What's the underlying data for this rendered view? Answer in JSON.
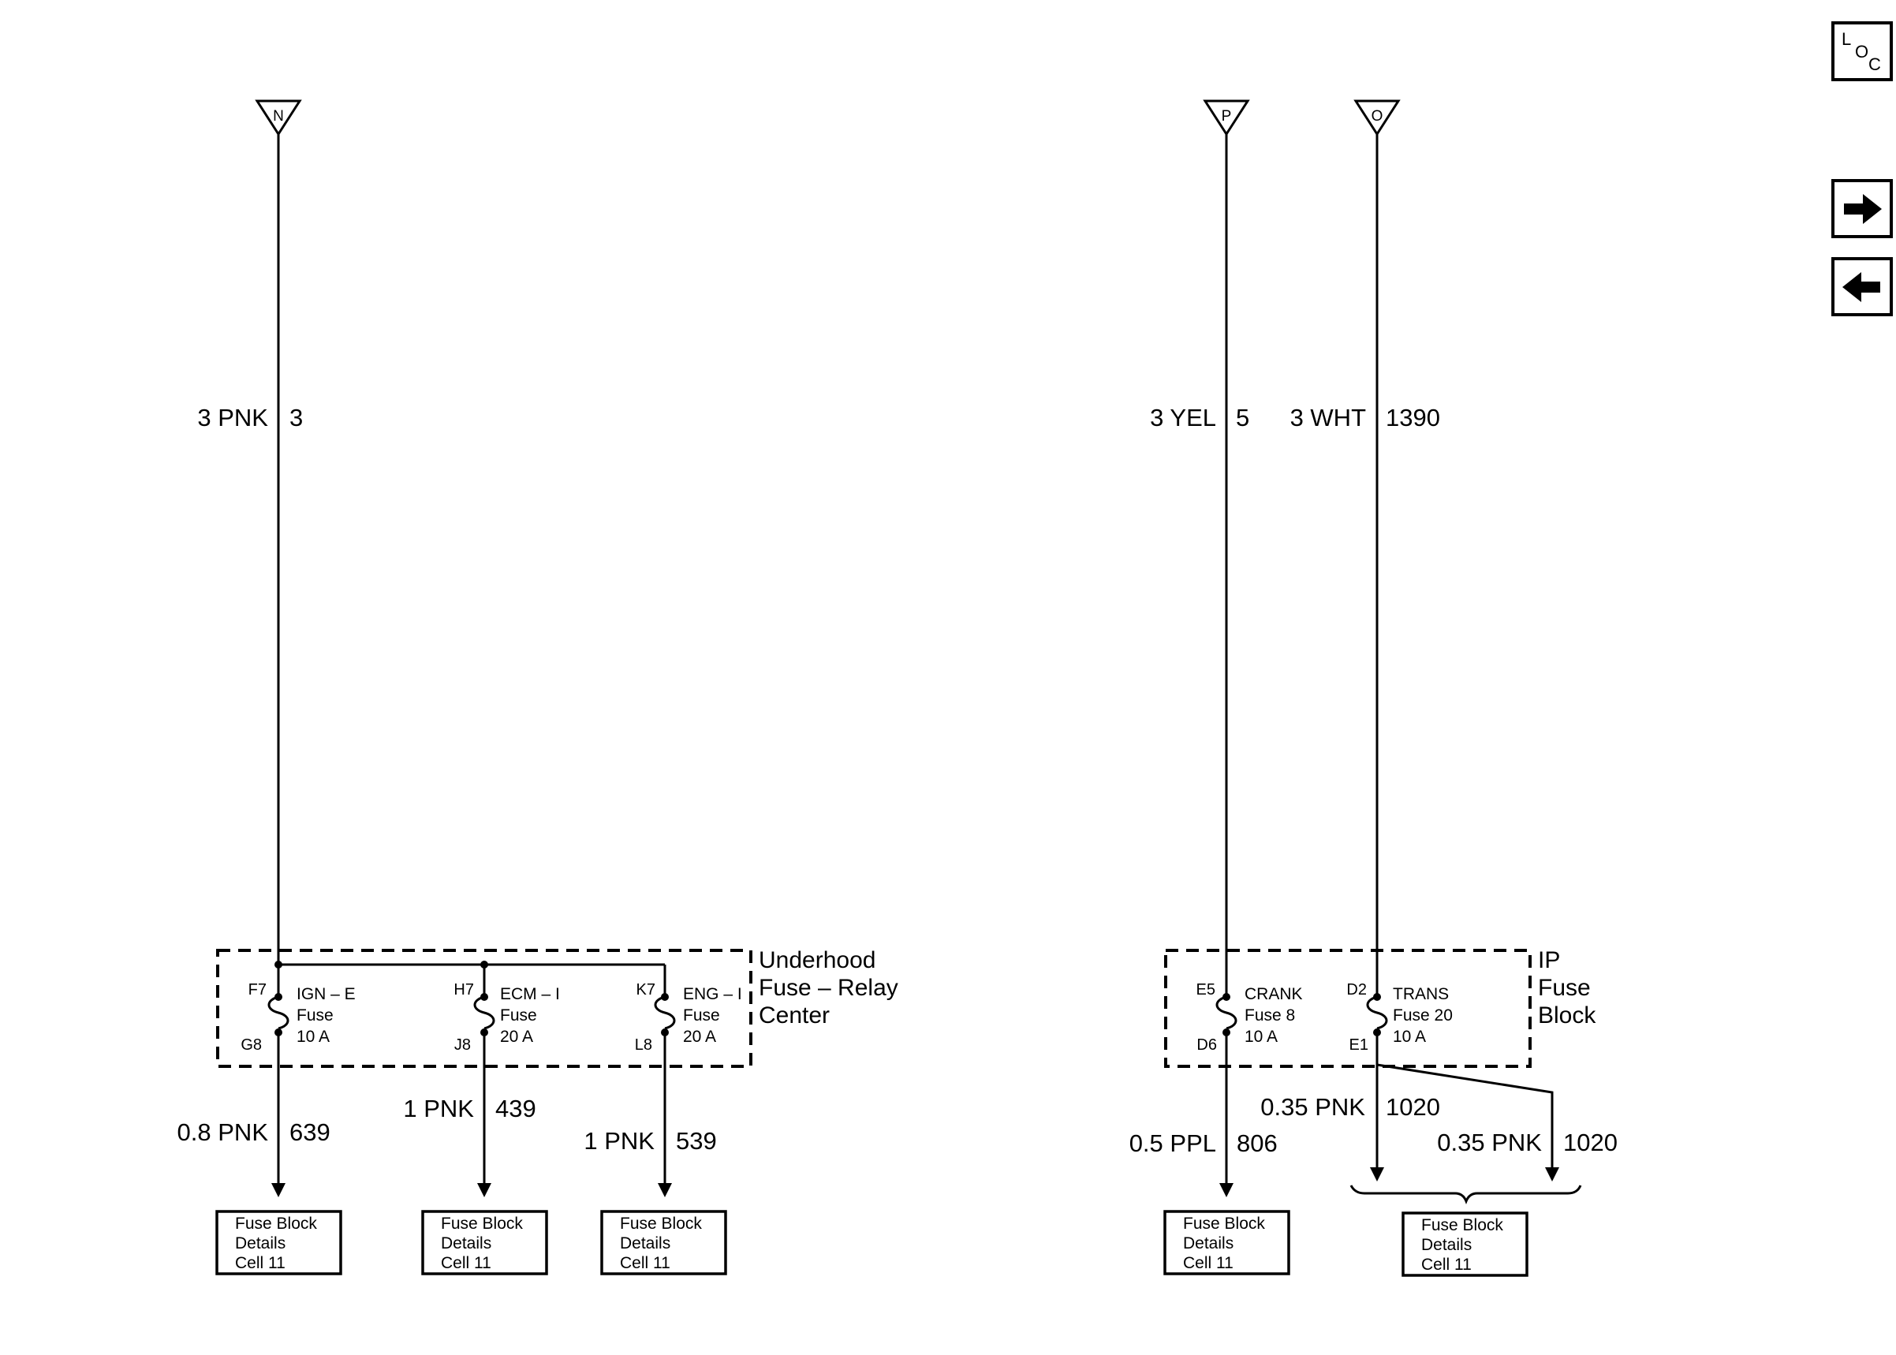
{
  "connectors": {
    "n": "N",
    "p": "P",
    "o": "O"
  },
  "wires": {
    "n_label": "3 PNK",
    "n_circuit": "3",
    "p_label": "3 YEL",
    "p_circuit": "5",
    "o_label": "3 WHT",
    "o_circuit": "1390",
    "g8_label": "0.8 PNK",
    "g8_circuit": "639",
    "j8_label": "1 PNK",
    "j8_circuit": "439",
    "l8_label": "1 PNK",
    "l8_circuit": "539",
    "d6_label": "0.5 PPL",
    "d6_circuit": "806",
    "e1a_label": "0.35 PNK",
    "e1a_circuit": "1020",
    "e1b_label": "0.35 PNK",
    "e1b_circuit": "1020"
  },
  "underhood": {
    "name_line1": "Underhood",
    "name_line2": "Fuse – Relay",
    "name_line3": "Center",
    "fuses": [
      {
        "in_pin": "F7",
        "out_pin": "G8",
        "name": "IGN – E",
        "type": "Fuse",
        "rating": "10 A"
      },
      {
        "in_pin": "H7",
        "out_pin": "J8",
        "name": "ECM – I",
        "type": "Fuse",
        "rating": "20 A"
      },
      {
        "in_pin": "K7",
        "out_pin": "L8",
        "name": "ENG – I",
        "type": "Fuse",
        "rating": "20 A"
      }
    ]
  },
  "ip_block": {
    "name_line1": "IP",
    "name_line2": "Fuse",
    "name_line3": "Block",
    "fuses": [
      {
        "in_pin": "E5",
        "out_pin": "D6",
        "name": "CRANK",
        "type": "Fuse 8",
        "rating": "10 A"
      },
      {
        "in_pin": "D2",
        "out_pin": "E1",
        "name": "TRANS",
        "type": "Fuse 20",
        "rating": "10 A"
      }
    ]
  },
  "refs": {
    "line1": "Fuse Block",
    "line2": "Details",
    "line3": "Cell 11"
  },
  "nav": {
    "loc_l": "L",
    "loc_o": "O",
    "loc_c": "C",
    "next_icon": "arrow-right-icon",
    "prev_icon": "arrow-left-icon"
  }
}
